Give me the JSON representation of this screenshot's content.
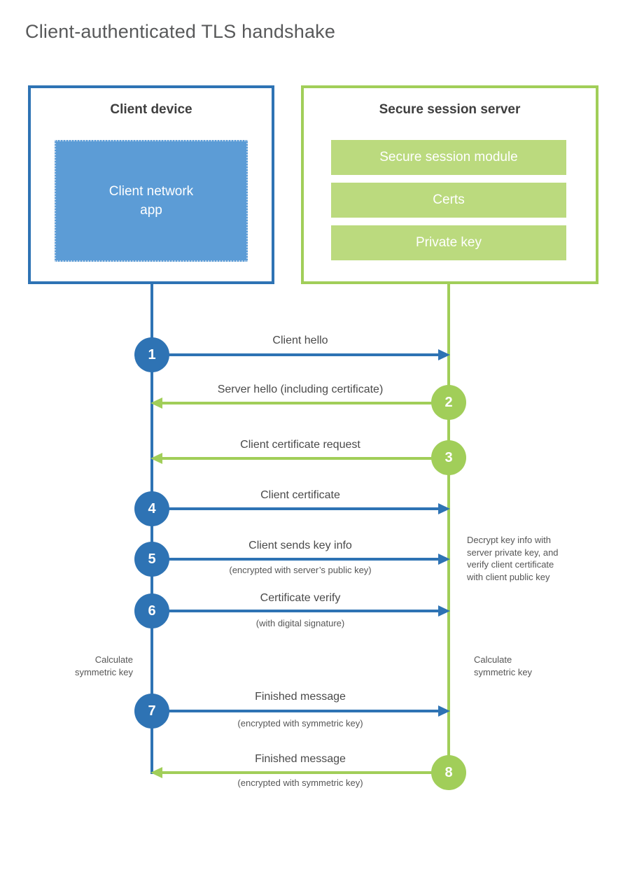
{
  "title": "Client-authenticated TLS handshake",
  "colors": {
    "blue": "#2E73B4",
    "blue_light": "#5C9CD6",
    "green": "#A1CE59",
    "green_light": "#BBDA7E"
  },
  "client_box": {
    "heading": "Client device",
    "app_lines": [
      "Client network",
      "app"
    ]
  },
  "server_box": {
    "heading": "Secure session server",
    "modules": [
      "Secure session module",
      "Certs",
      "Private key"
    ]
  },
  "steps": [
    {
      "num": "1",
      "label": "Client hello",
      "sub": "",
      "direction": "right",
      "color": "blue"
    },
    {
      "num": "2",
      "label": "Server hello (including certificate)",
      "sub": "",
      "direction": "left",
      "color": "green"
    },
    {
      "num": "3",
      "label": "Client certificate request",
      "sub": "",
      "direction": "left",
      "color": "green"
    },
    {
      "num": "4",
      "label": "Client certificate",
      "sub": "",
      "direction": "right",
      "color": "blue"
    },
    {
      "num": "5",
      "label": "Client sends key info",
      "sub": "(encrypted with server’s public key)",
      "direction": "right",
      "color": "blue"
    },
    {
      "num": "6",
      "label": "Certificate verify",
      "sub": "(with digital signature)",
      "direction": "right",
      "color": "blue"
    },
    {
      "num": "7",
      "label": "Finished message",
      "sub": "(encrypted with symmetric key)",
      "direction": "right",
      "color": "blue"
    },
    {
      "num": "8",
      "label": "Finished message",
      "sub": "(encrypted with symmetric key)",
      "direction": "left",
      "color": "green"
    }
  ],
  "notes": {
    "decrypt_lines": [
      "Decrypt key info with",
      "server private key, and",
      "verify client certificate",
      "with client public key"
    ],
    "calc_left_lines": [
      "Calculate",
      "symmetric key"
    ],
    "calc_right_lines": [
      "Calculate",
      "symmetric key"
    ]
  }
}
